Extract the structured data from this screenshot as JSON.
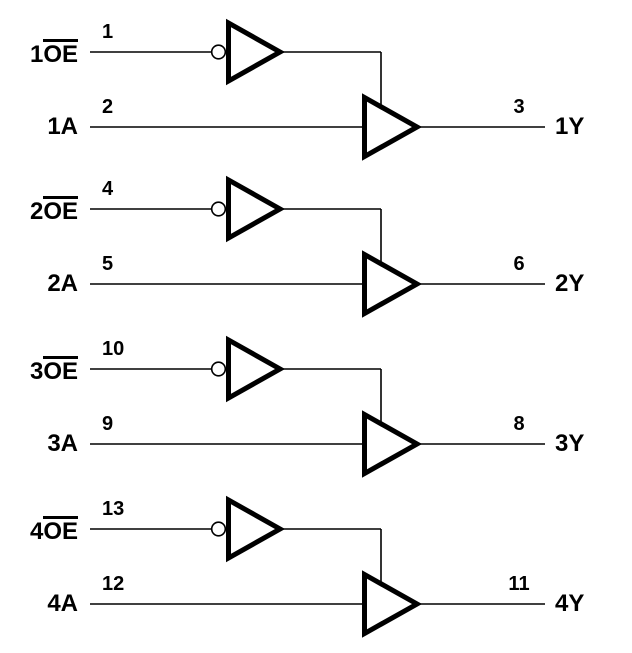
{
  "diagram": {
    "kind": "quad-tristate-buffer-logic-diagram",
    "colors": {
      "ink": "#000000",
      "background": "#ffffff"
    },
    "channels": [
      {
        "oe_prefix": "1",
        "oe_name": "OE",
        "oe_pin": "1",
        "a_label": "1A",
        "a_pin": "2",
        "y_pin": "3",
        "y_label": "1Y"
      },
      {
        "oe_prefix": "2",
        "oe_name": "OE",
        "oe_pin": "4",
        "a_label": "2A",
        "a_pin": "5",
        "y_pin": "6",
        "y_label": "2Y"
      },
      {
        "oe_prefix": "3",
        "oe_name": "OE",
        "oe_pin": "10",
        "a_label": "3A",
        "a_pin": "9",
        "y_pin": "8",
        "y_label": "3Y"
      },
      {
        "oe_prefix": "4",
        "oe_name": "OE",
        "oe_pin": "13",
        "a_label": "4A",
        "a_pin": "12",
        "y_pin": "11",
        "y_label": "4Y"
      }
    ]
  }
}
